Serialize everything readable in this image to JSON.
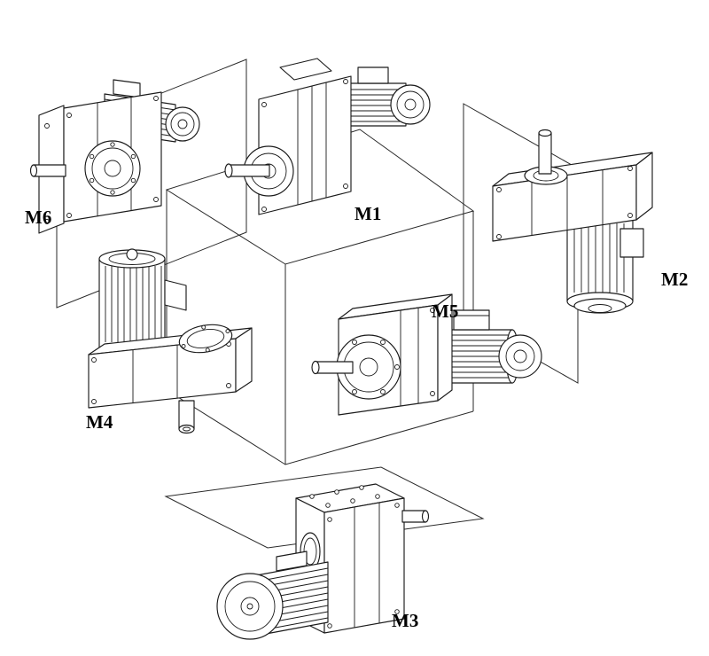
{
  "figure": {
    "positions": [
      {
        "id": "m1",
        "label": "M1"
      },
      {
        "id": "m2",
        "label": "M2"
      },
      {
        "id": "m3",
        "label": "M3"
      },
      {
        "id": "m4",
        "label": "M4"
      },
      {
        "id": "m5",
        "label": "M5"
      },
      {
        "id": "m6",
        "label": "M6"
      }
    ],
    "line_color": "#1b1b1b",
    "frame_color": "#2a2a2a",
    "background_color": "#ffffff"
  }
}
